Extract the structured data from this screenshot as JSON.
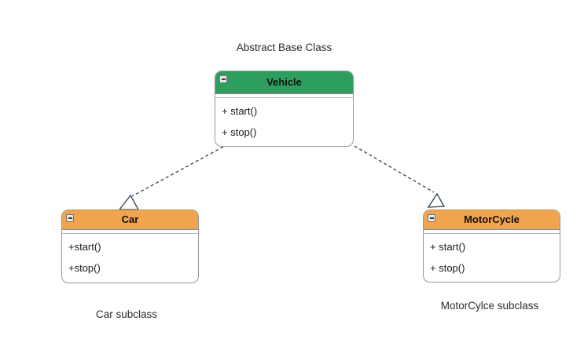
{
  "diagram": {
    "title_label": "Abstract Base Class",
    "classes": [
      {
        "name": "Vehicle",
        "header_color": "#2e9e5e",
        "collapse_icon": "minus",
        "methods": [
          "+ start()",
          "+ stop()"
        ]
      },
      {
        "name": "Car",
        "header_color": "#f0a44e",
        "collapse_icon": "minus",
        "methods": [
          "+start()",
          "+stop()"
        ],
        "caption": "Car subclass"
      },
      {
        "name": "MotorCycle",
        "header_color": "#f0a44e",
        "collapse_icon": "minus",
        "methods": [
          "+ start()",
          "+ stop()"
        ],
        "caption": "MotorCylce subclass"
      }
    ],
    "relationships": [
      {
        "from": "Vehicle",
        "to": "Car",
        "style": "dashed",
        "arrowhead": "hollow-triangle"
      },
      {
        "from": "Vehicle",
        "to": "MotorCycle",
        "style": "dashed",
        "arrowhead": "hollow-triangle"
      }
    ],
    "colors": {
      "green_header": "#2e9e5e",
      "orange_header": "#f0a44e",
      "box_border": "#979797",
      "connector": "#2b4257",
      "body_text": "#1a1a1a"
    }
  }
}
